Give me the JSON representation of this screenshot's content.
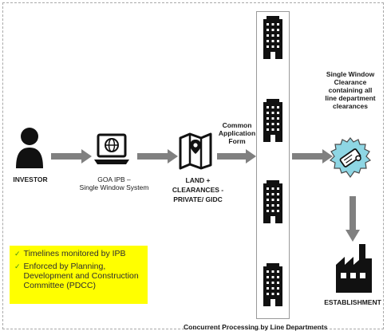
{
  "nodes": {
    "investor": {
      "label": "INVESTOR",
      "icon": "person-icon"
    },
    "goa_ipb": {
      "label": "GOA IPB –\nSingle Window System",
      "icon": "laptop-globe-icon"
    },
    "land": {
      "label": "LAND +\nCLEARANCES -\nPRIVATE/ GIDC",
      "icon": "map-icon"
    },
    "caf": {
      "label": "Common\nApplication\nForm"
    },
    "clearance": {
      "label": "Single Window\nClearance\ncontaining all\nline department\nclearances",
      "icon": "certificate-badge-icon"
    },
    "establishment": {
      "label": "ESTABLISHMENT",
      "icon": "factory-icon"
    }
  },
  "line_departments": {
    "caption": "Concurrent Processing by Line Departments",
    "buildings": [
      "building-icon",
      "building-icon",
      "building-icon",
      "building-icon"
    ]
  },
  "callout": {
    "items": [
      "Timelines monitored by IPB",
      "Enforced by Planning, Development and Construction Committee (PDCC)"
    ]
  },
  "colors": {
    "arrow": "#808080",
    "callout_bg": "#ffff00",
    "badge": "#8ed6e4",
    "icon_dark": "#111111"
  }
}
